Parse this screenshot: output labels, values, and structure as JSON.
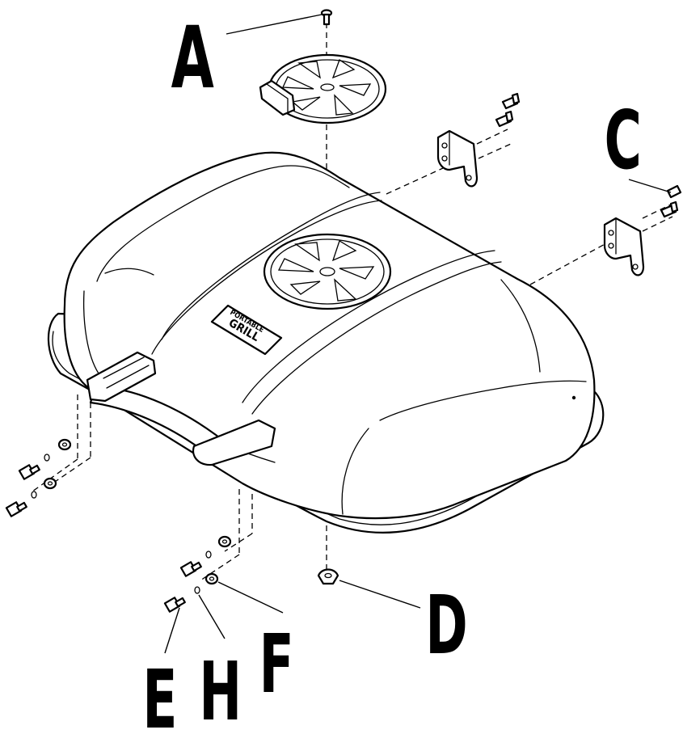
{
  "diagram": {
    "callouts": {
      "a": "A",
      "c": "C",
      "d": "D",
      "e": "E",
      "h": "H",
      "f": "F"
    },
    "nameplate": {
      "line1": "PORTABLE",
      "line2": "GRILL"
    }
  }
}
